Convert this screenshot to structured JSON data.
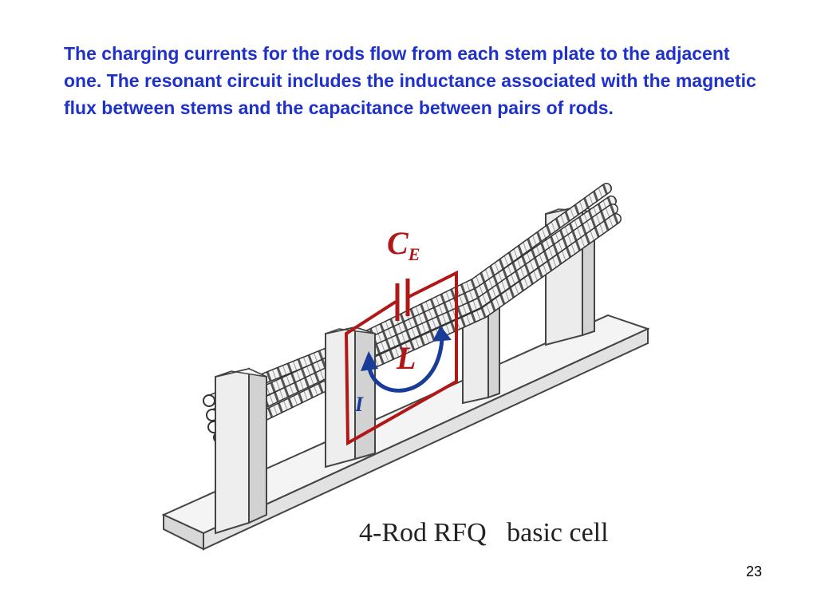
{
  "slide": {
    "body_text": "The charging currents for the rods flow from each stem plate to the adjacent one. The resonant circuit includes the inductance associated with the magnetic flux between stems and the capacitance between pairs of rods.",
    "page_number": "23"
  },
  "figure": {
    "caption": "4-Rod RFQ   basic cell",
    "labels": {
      "capacitance_letter": "C",
      "capacitance_subscript": "E",
      "inductance": "L",
      "current": "I"
    }
  },
  "colors": {
    "text_blue": "#1f31cc",
    "circuit_red": "#b01818",
    "arrow_blue": "#1a3c99"
  }
}
